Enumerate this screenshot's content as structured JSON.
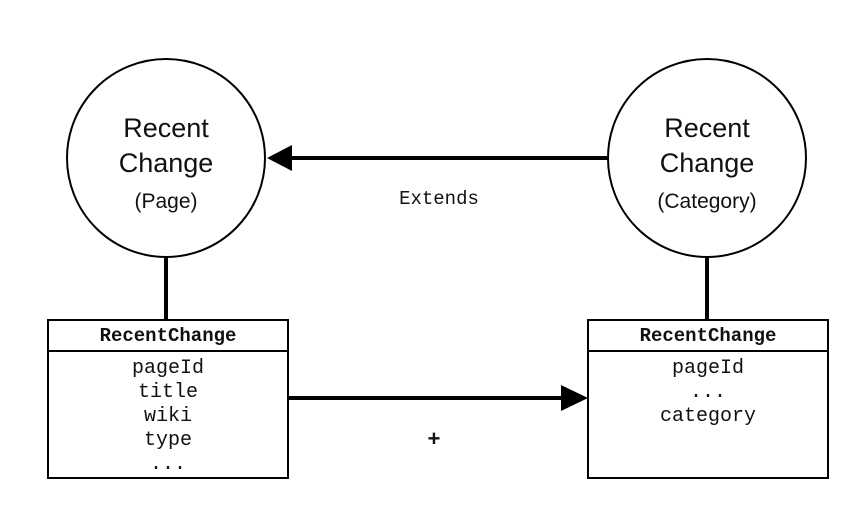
{
  "nodes": {
    "page": {
      "line1": "Recent",
      "line2": "Change",
      "line3": "(Page)"
    },
    "category": {
      "line1": "Recent",
      "line2": "Change",
      "line3": "(Category)"
    }
  },
  "edges": {
    "extends_label": "Extends",
    "plus_label": "+"
  },
  "tables": {
    "page": {
      "header": "RecentChange",
      "fields": [
        "pageId",
        "title",
        "wiki",
        "type",
        "..."
      ]
    },
    "category": {
      "header": "RecentChange",
      "fields": [
        "pageId",
        "...",
        "category"
      ]
    }
  },
  "colors": {
    "stroke": "#000000",
    "text": "#111111",
    "background": "#ffffff"
  }
}
